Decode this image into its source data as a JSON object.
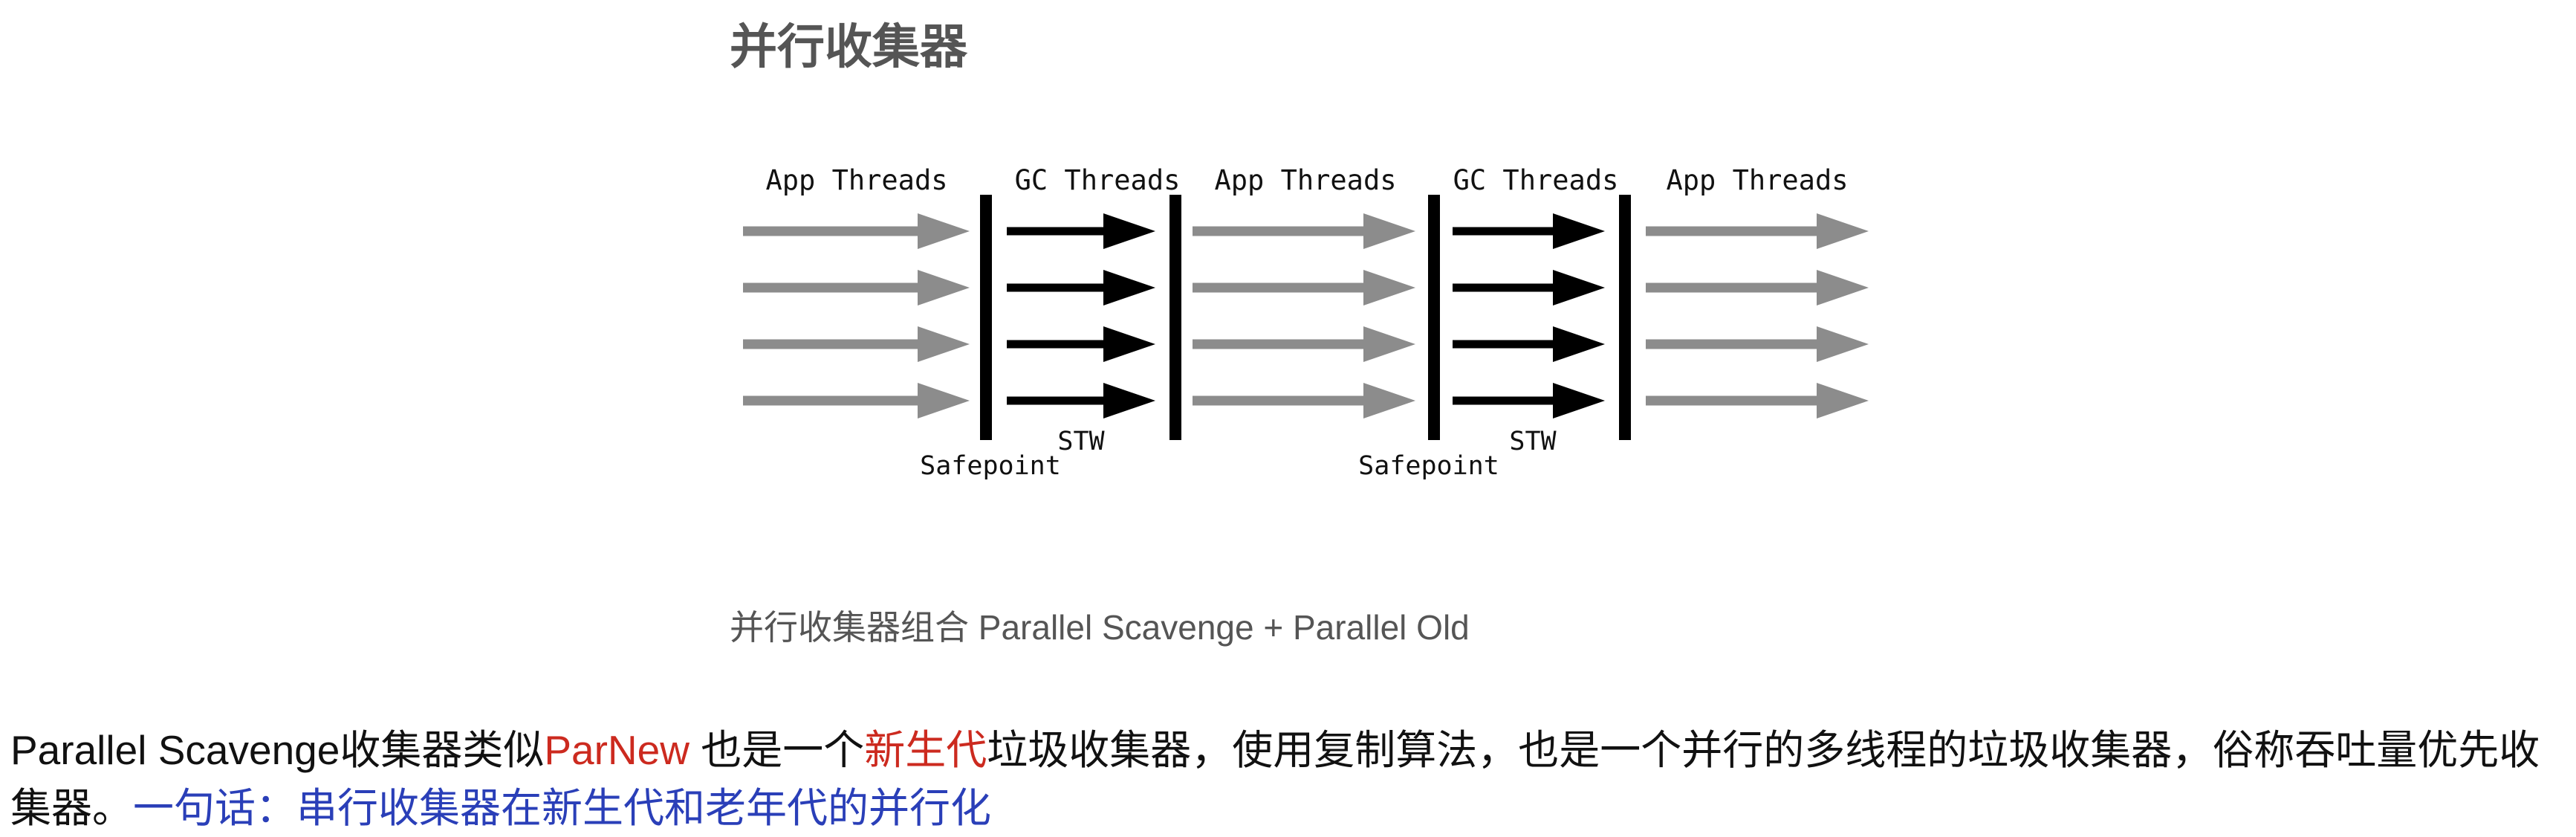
{
  "title": "并行收集器",
  "diagram": {
    "phases": [
      {
        "label": "App Threads",
        "kind": "app"
      },
      {
        "label": "GC Threads",
        "kind": "gc"
      },
      {
        "label": "App Threads",
        "kind": "app"
      },
      {
        "label": "GC Threads",
        "kind": "gc"
      },
      {
        "label": "App Threads",
        "kind": "app"
      }
    ],
    "barriers": [
      {
        "label": "Safepoint"
      },
      {
        "label": "STW"
      },
      {
        "label": "Safepoint"
      },
      {
        "label": "STW"
      }
    ],
    "arrows_per_phase": 4,
    "colors": {
      "app": "#8c8c8c",
      "gc": "#000000",
      "barrier": "#000000"
    }
  },
  "caption": "并行收集器组合 Parallel Scavenge + Parallel Old",
  "paragraph": {
    "part1": "Parallel Scavenge收集器类似",
    "part2": "ParNew",
    "part3": " 也是一个",
    "part4": "新生代",
    "part5": "垃圾收集器，使用复制算法，也是一个并行的多线程的垃圾收集器，俗称吞吐量优先收集器。",
    "part6": "一句话：串行收集器在新生代和老年代的并行化"
  },
  "colors": {
    "title": "#555555",
    "red": "#cc2a1f",
    "blue": "#2a3fb8"
  }
}
